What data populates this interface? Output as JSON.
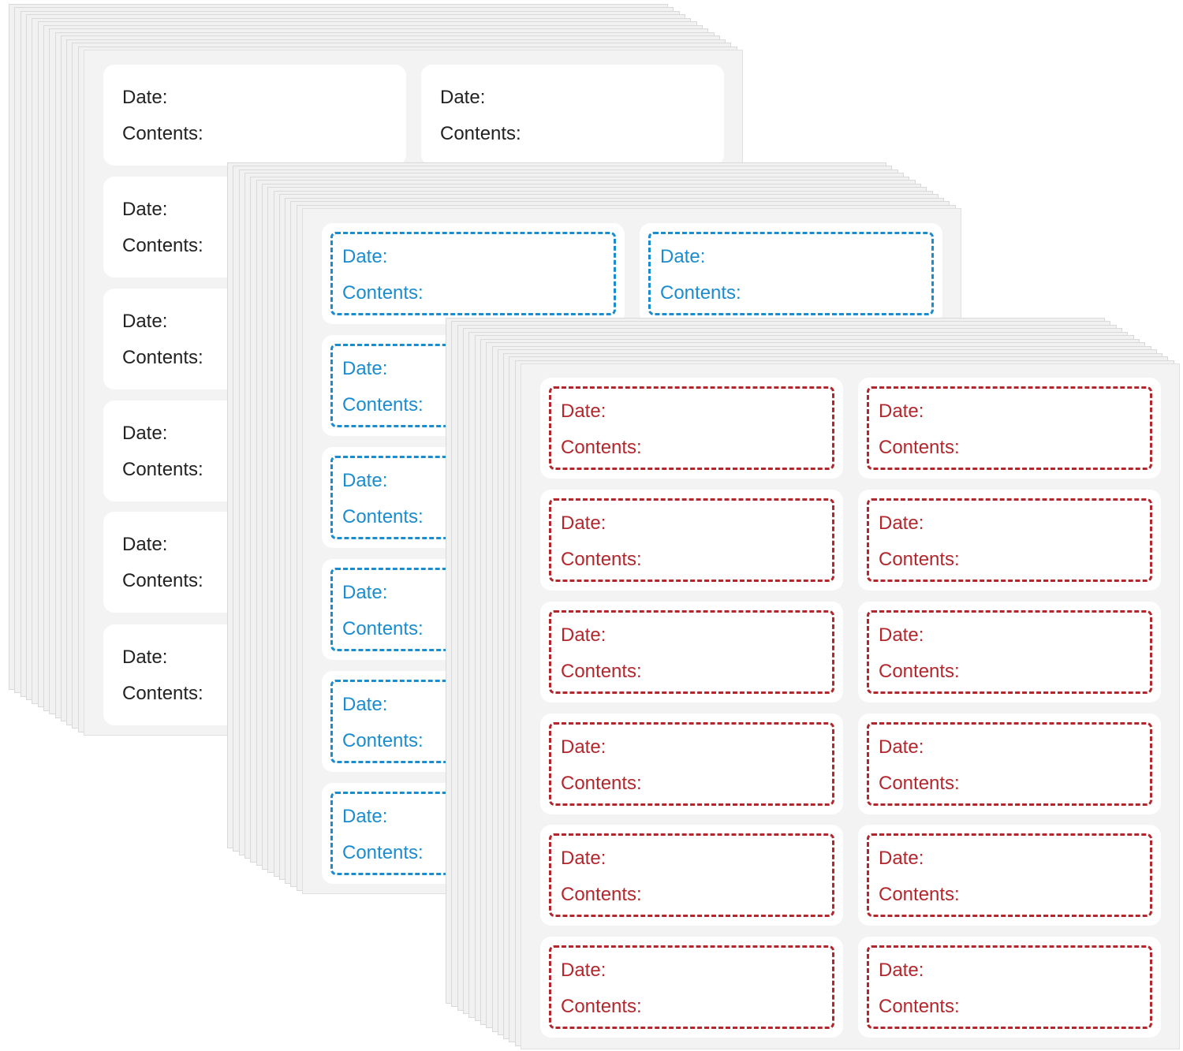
{
  "label_text": {
    "date": "Date:",
    "contents": "Contents:"
  },
  "sets": [
    {
      "name": "plain",
      "color": "#222222",
      "dashed": false
    },
    {
      "name": "blue",
      "color": "#1b8ccd",
      "dashed": true
    },
    {
      "name": "red",
      "color": "#b3272c",
      "dashed": true
    }
  ]
}
